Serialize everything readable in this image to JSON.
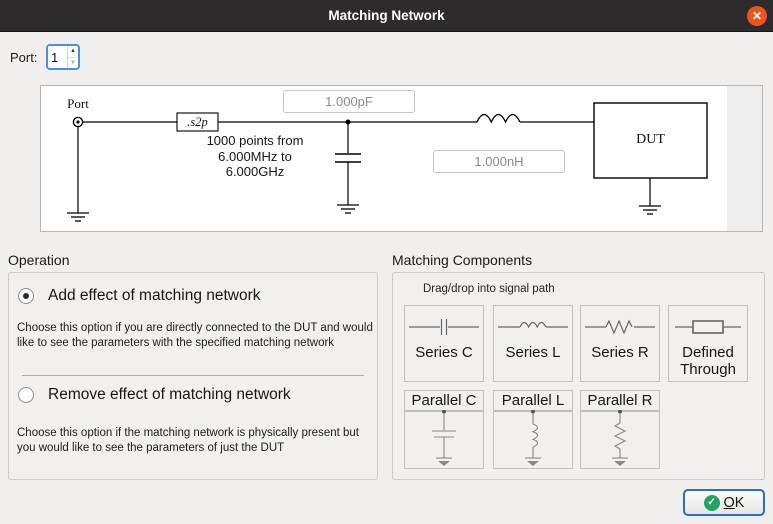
{
  "window": {
    "title": "Matching Network",
    "close_icon": "✕"
  },
  "port": {
    "label": "Port:",
    "value": "1"
  },
  "circuit": {
    "port_label": "Port",
    "s2p_label": ".s2p",
    "points_text": "1000 points from\n6.000MHz to\n6.000GHz",
    "capacitor_value": "1.000pF",
    "inductor_value": "1.000nH",
    "dut_label": "DUT"
  },
  "operation": {
    "heading": "Operation",
    "options": [
      {
        "label": "Add effect of matching network",
        "selected": true,
        "description": "Choose this option if you are directly connected to the DUT and would like to see the parameters with the specified matching network"
      },
      {
        "label": "Remove effect of matching network",
        "selected": false,
        "description": "Choose this option if the matching network is physically present but you would like to see the parameters of just the DUT"
      }
    ]
  },
  "components": {
    "heading": "Matching Components",
    "hint": "Drag/drop into signal path",
    "series": [
      "Series C",
      "Series L",
      "Series R",
      "Defined Through"
    ],
    "parallel": [
      "Parallel C",
      "Parallel L",
      "Parallel R"
    ]
  },
  "footer": {
    "ok_label": "OK",
    "ok_check": "✓"
  },
  "colors": {
    "titlebar": "#2d2b2b",
    "close_orange": "#e9541f",
    "ok_green": "#26a269",
    "focus_blue": "#4a90d9",
    "ok_border_blue": "#2d6fb0"
  }
}
